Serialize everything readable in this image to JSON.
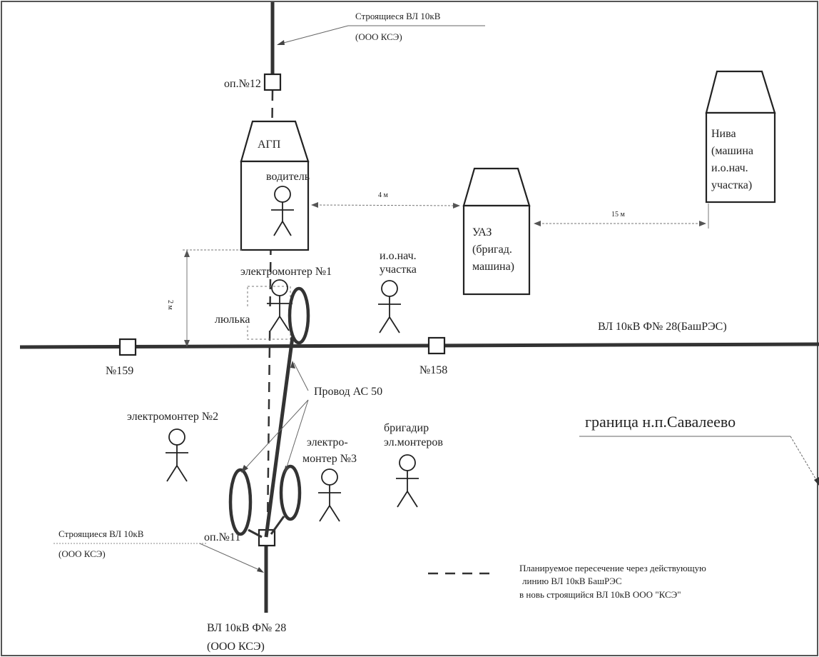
{
  "lines": {
    "new_top": "Строящиеся ВЛ 10кВ",
    "new_top_owner": "(ООО КСЭ)",
    "new_bottom": "Строящиеся ВЛ 10кВ",
    "new_bottom_owner": "(ООО КСЭ)",
    "existing": "ВЛ 10кВ Ф№ 28(БашРЭС)",
    "bottom_line": "ВЛ 10кВ Ф№ 28",
    "bottom_line_owner": "(ООО КСЭ)"
  },
  "supports": {
    "op12": "оп.№12",
    "op11": "оп.№11",
    "n159": "№159",
    "n158": "№158"
  },
  "vehicles": {
    "agp": "АГП",
    "uaz": [
      "УАЗ",
      "(бригад.",
      "машина)"
    ],
    "niva": [
      "Нива",
      "(машина",
      "и.о.нач.",
      "участка)"
    ]
  },
  "distances": {
    "agp_uaz": "4 м",
    "uaz_niva": "15 м",
    "vertical": "2 м"
  },
  "people": {
    "driver": "водитель",
    "electrician1": "электромонтер №1",
    "acting_chief": [
      "и.о.нач.",
      "участка"
    ],
    "electrician2": "электромонтер №2",
    "electrician3": [
      "электро-",
      "монтер №3"
    ],
    "foreman": [
      "бригадир",
      "эл.монтеров"
    ]
  },
  "equipment": {
    "cradle": "люлька",
    "wire": "Провод АС 50"
  },
  "boundary": "граница н.п.Савалеево",
  "legend": {
    "lines": [
      "Планируемое пересечение через действующую",
      "линию ВЛ 10кВ БашРЭС",
      "в новь строящийся ВЛ 10кВ ООО \"КСЭ\""
    ]
  }
}
